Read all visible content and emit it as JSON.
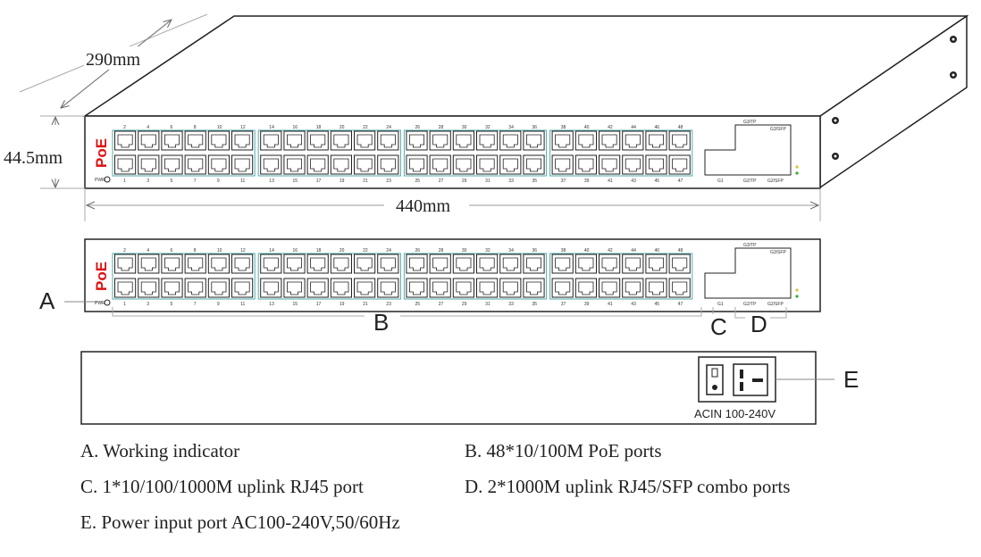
{
  "dimensions": {
    "depth": "290mm",
    "height": "44.5mm",
    "width": "440mm"
  },
  "front_panel": {
    "brand": "PoE",
    "pwr_label": "PWR",
    "ports_top": [
      "2",
      "4",
      "6",
      "8",
      "10",
      "12",
      "14",
      "16",
      "18",
      "20",
      "22",
      "24",
      "26",
      "28",
      "30",
      "32",
      "34",
      "36",
      "38",
      "40",
      "42",
      "44",
      "46",
      "48"
    ],
    "ports_bottom": [
      "1",
      "3",
      "5",
      "7",
      "9",
      "11",
      "13",
      "15",
      "17",
      "19",
      "21",
      "23",
      "25",
      "27",
      "29",
      "31",
      "33",
      "35",
      "37",
      "39",
      "41",
      "43",
      "45",
      "47"
    ],
    "g3_tp": "G3/TP",
    "g3_sfp": "G3/SFP",
    "g2_tp": "G2/TP",
    "g2_sfp": "G2/SFP",
    "g1": "G1"
  },
  "rear_panel": {
    "power_label": "ACIN 100-240V"
  },
  "callouts": {
    "a": "A",
    "b": "B",
    "c": "C",
    "d": "D",
    "e": "E"
  },
  "legend": {
    "a": "A. Working indicator",
    "b": "B. 48*10/100M PoE ports",
    "c": "C. 1*10/100/1000M uplink RJ45 port",
    "d": "D. 2*1000M uplink RJ45/SFP combo ports",
    "e": "E. Power input port AC100-240V,50/60Hz"
  }
}
